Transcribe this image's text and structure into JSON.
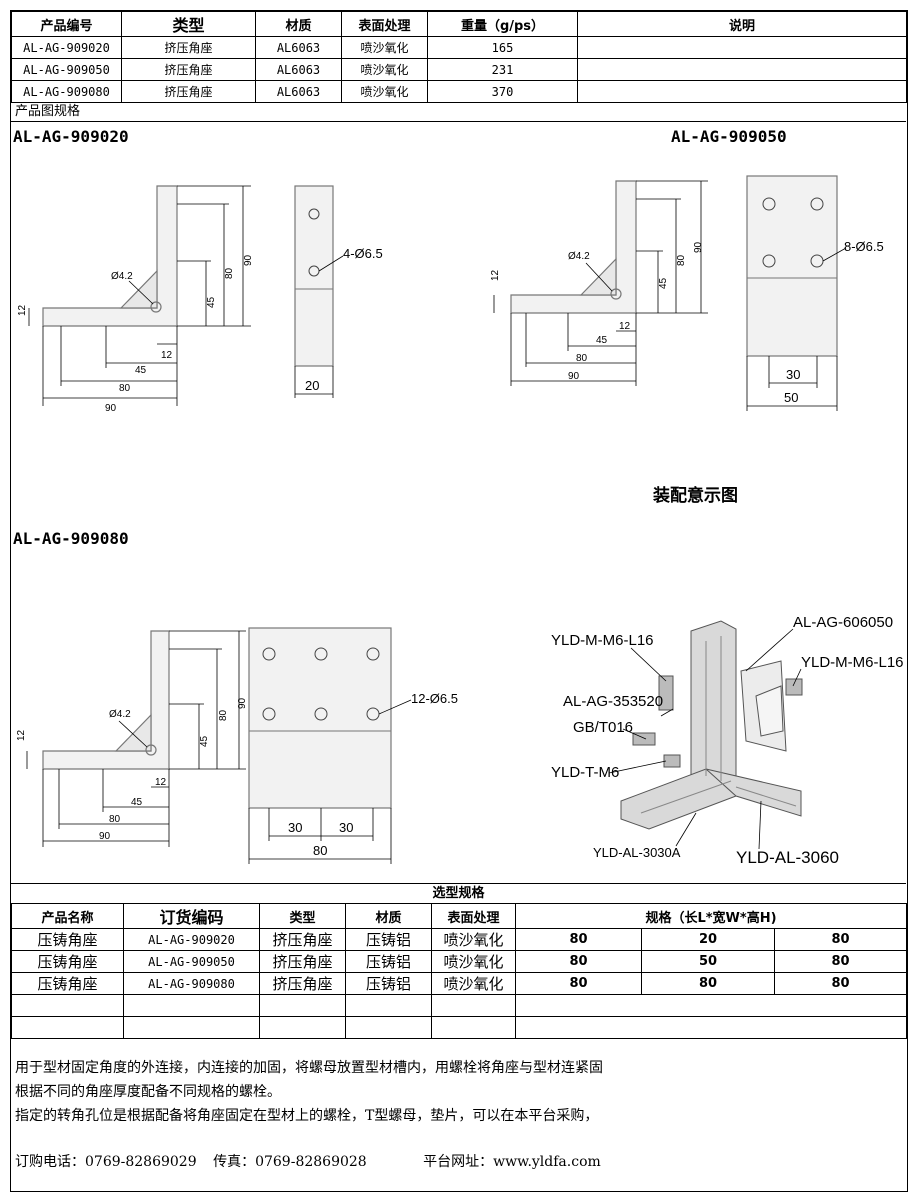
{
  "top_table": {
    "headers": [
      "产品编号",
      "类型",
      "材质",
      "表面处理",
      "重量（g/ps）",
      "说明"
    ],
    "rows": [
      [
        "AL-AG-909020",
        "挤压角座",
        "AL6063",
        "喷沙氧化",
        "165",
        ""
      ],
      [
        "AL-AG-909050",
        "挤压角座",
        "AL6063",
        "喷沙氧化",
        "231",
        ""
      ],
      [
        "AL-AG-909080",
        "挤压角座",
        "AL6063",
        "喷沙氧化",
        "370",
        ""
      ]
    ]
  },
  "section_label": "产品图规格",
  "drawings": {
    "d1": {
      "model": "AL-AG-909020",
      "hole": "Ø4.2",
      "dims": [
        "90",
        "80",
        "45",
        "12",
        "12",
        "45",
        "80",
        "90"
      ],
      "front_hole": "4-Ø6.5",
      "front_width": "20"
    },
    "d2": {
      "model": "AL-AG-909050",
      "hole": "Ø4.2",
      "dims": [
        "90",
        "80",
        "45",
        "12",
        "12",
        "45",
        "80",
        "90"
      ],
      "front_hole": "8-Ø6.5",
      "front_inner": "30",
      "front_width": "50"
    },
    "d3": {
      "model": "AL-AG-909080",
      "hole": "Ø4.2",
      "dims": [
        "90",
        "80",
        "45",
        "12",
        "12",
        "45",
        "80",
        "90"
      ],
      "front_hole": "12-Ø6.5",
      "front_inner_a": "30",
      "front_inner_b": "30",
      "front_width": "80"
    }
  },
  "assembly": {
    "title": "装配意示图",
    "labels": [
      "YLD-M-M6-L16",
      "AL-AG-606050",
      "YLD-M-M6-L16",
      "AL-AG-353520",
      "GB/T016",
      "YLD-T-M6",
      "YLD-AL-3030A",
      "YLD-AL-3060"
    ]
  },
  "selection": {
    "caption": "选型规格",
    "headers": [
      "产品名称",
      "订货编码",
      "类型",
      "材质",
      "表面处理",
      "规格（长L*宽W*高H)"
    ],
    "rows": [
      [
        "压铸角座",
        "AL-AG-909020",
        "挤压角座",
        "压铸铝",
        "喷沙氧化",
        "80",
        "20",
        "80"
      ],
      [
        "压铸角座",
        "AL-AG-909050",
        "挤压角座",
        "压铸铝",
        "喷沙氧化",
        "80",
        "50",
        "80"
      ],
      [
        "压铸角座",
        "AL-AG-909080",
        "挤压角座",
        "压铸铝",
        "喷沙氧化",
        "80",
        "80",
        "80"
      ]
    ]
  },
  "description": [
    "用于型材固定角度的外连接，内连接的加固，将螺母放置型材槽内，用螺栓将角座与型材连紧固",
    "根据不同的角座厚度配备不同规格的螺栓。",
    "指定的转角孔位是根据配备将角座固定在型材上的螺栓，T型螺母，垫片，可以在本平台采购，"
  ],
  "contact": {
    "phone_label": "订购电话：",
    "phone": "0769-82869029",
    "fax_label": "传真：",
    "fax": "0769-82869028",
    "site_label": "平台网址：",
    "site": "www.yldfa.com"
  }
}
